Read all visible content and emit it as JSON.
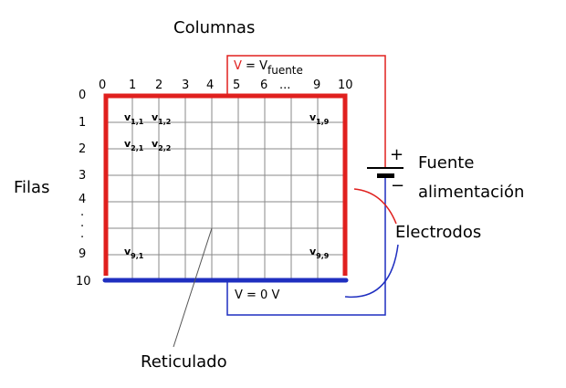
{
  "title_columns": "Columnas",
  "title_rows": "Filas",
  "column_ticks": [
    "0",
    "1",
    "2",
    "3",
    "4",
    "5",
    "6",
    "...",
    "9",
    "10"
  ],
  "row_ticks": [
    "0",
    "1",
    "2",
    "3",
    "4",
    ".",
    ".",
    ".",
    "9",
    "10"
  ],
  "cells": [
    {
      "base": "v",
      "sub": "1,1"
    },
    {
      "base": "v",
      "sub": "1,2"
    },
    {
      "base": "v",
      "sub": "1,9"
    },
    {
      "base": "v",
      "sub": "2,1"
    },
    {
      "base": "v",
      "sub": "2,2"
    },
    {
      "base": "v",
      "sub": "9,1"
    },
    {
      "base": "v",
      "sub": "9,9"
    }
  ],
  "top_voltage": {
    "var": "V",
    "eq": " = ",
    "base": "V",
    "sub": "fuente"
  },
  "bottom_voltage": "V = 0 V",
  "source_label_line1": "Fuente",
  "source_label_line2": "alimentación",
  "plus_sign": "+",
  "minus_sign": "−",
  "electrodes_label": "Electrodos",
  "grid_label": "Reticulado",
  "colors": {
    "high": "#e0201e",
    "low": "#1f2fc0",
    "grid": "#8a8a8a",
    "text": "#000000"
  }
}
